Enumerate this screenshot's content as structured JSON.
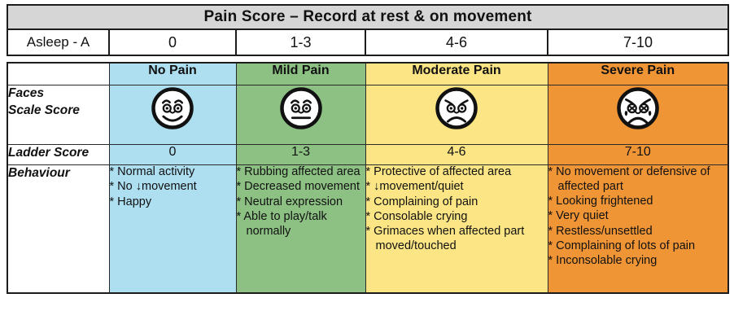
{
  "header": {
    "title": "Pain Score – Record  at rest & on movement",
    "asleep_label": "Asleep - A",
    "score_ranges": [
      "0",
      "1-3",
      "4-6",
      "7-10"
    ]
  },
  "colors": {
    "no_pain": "#addff1",
    "mild_pain": "#8cc183",
    "moderate_pain": "#fbe584",
    "severe_pain": "#f09536",
    "title_bar": "#d6d6d6",
    "border": "#1c1c1c"
  },
  "row_labels": {
    "faces": "Faces",
    "faces_second": "Scale Score",
    "ladder": "Ladder Score",
    "behaviour": "Behaviour"
  },
  "categories": [
    {
      "name": "No Pain",
      "face_icon": "happy-face-icon",
      "ladder_score": "0",
      "behaviours": [
        "Normal activity",
        "No ↓movement",
        "Happy"
      ]
    },
    {
      "name": "Mild Pain",
      "face_icon": "neutral-face-icon",
      "ladder_score": "1-3",
      "behaviours": [
        "Rubbing affected area",
        "Decreased movement",
        "Neutral expression",
        "Able to play/talk normally"
      ]
    },
    {
      "name": "Moderate Pain",
      "face_icon": "sad-face-icon",
      "ladder_score": "4-6",
      "behaviours": [
        "Protective of affected area",
        "↓movement/quiet",
        "Complaining of pain",
        "Consolable crying",
        "Grimaces when affected part moved/touched"
      ]
    },
    {
      "name": "Severe Pain",
      "face_icon": "crying-face-icon",
      "ladder_score": "7-10",
      "behaviours": [
        "No movement or defensive of affected part",
        "Looking frightened",
        "Very quiet",
        "Restless/unsettled",
        "Complaining of lots of pain",
        "Inconsolable crying"
      ]
    }
  ]
}
